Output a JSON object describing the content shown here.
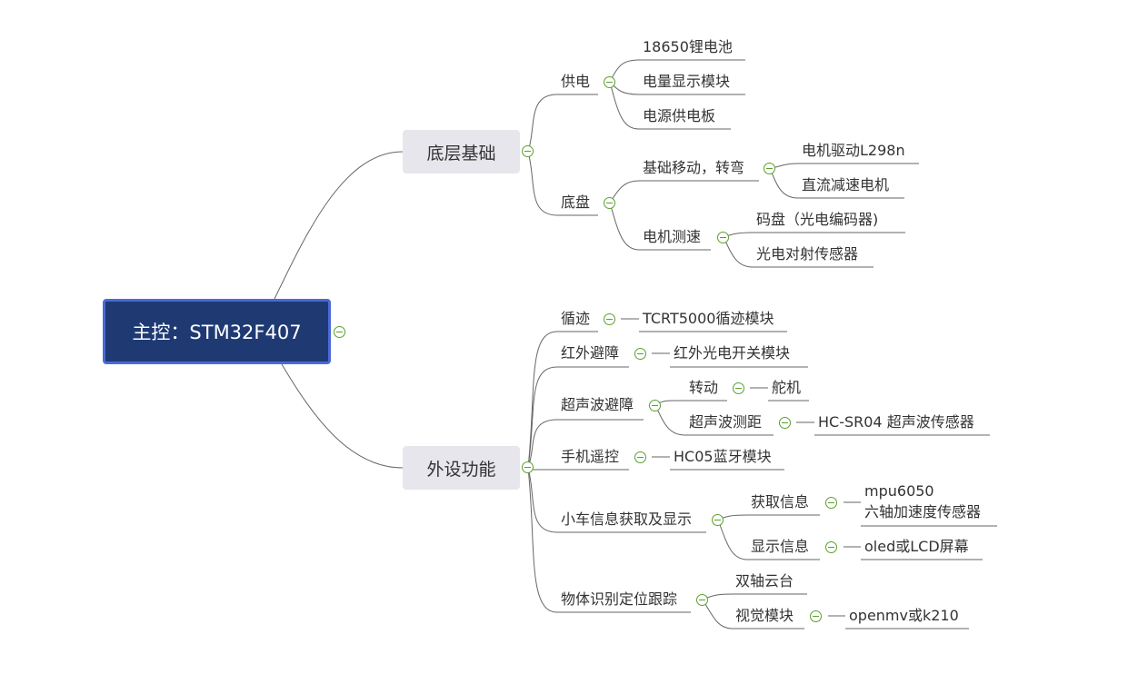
{
  "root": {
    "label": "主控：STM32F407"
  },
  "branches": {
    "foundation": {
      "label": "底层基础",
      "power": {
        "label": "供电",
        "items": [
          "18650锂电池",
          "电量显示模块",
          "电源供电板"
        ]
      },
      "chassis": {
        "label": "底盘",
        "movement": {
          "label": "基础移动，转弯",
          "items": [
            "电机驱动L298n",
            "直流减速电机"
          ]
        },
        "speed": {
          "label": "电机测速",
          "items": [
            "码盘（光电编码器)",
            "光电对射传感器"
          ]
        }
      }
    },
    "peripherals": {
      "label": "外设功能",
      "tracking": {
        "label": "循迹",
        "item": "TCRT5000循迹模块"
      },
      "ir": {
        "label": "红外避障",
        "item": "红外光电开关模块"
      },
      "ultrasonic": {
        "label": "超声波避障",
        "rotate": {
          "label": "转动",
          "item": "舵机"
        },
        "ranging": {
          "label": "超声波测距",
          "item": "HC-SR04 超声波传感器"
        }
      },
      "remote": {
        "label": "手机遥控",
        "item": "HC05蓝牙模块"
      },
      "info": {
        "label": "小车信息获取及显示",
        "acquire": {
          "label": "获取信息",
          "item_line1": "mpu6050",
          "item_line2": "六轴加速度传感器"
        },
        "show": {
          "label": "显示信息",
          "item": "oled或LCD屏幕"
        }
      },
      "vision": {
        "label": "物体识别定位跟踪",
        "gimbal": "双轴云台",
        "module": {
          "label": "视觉模块",
          "item": "openmv或k210"
        }
      }
    }
  }
}
